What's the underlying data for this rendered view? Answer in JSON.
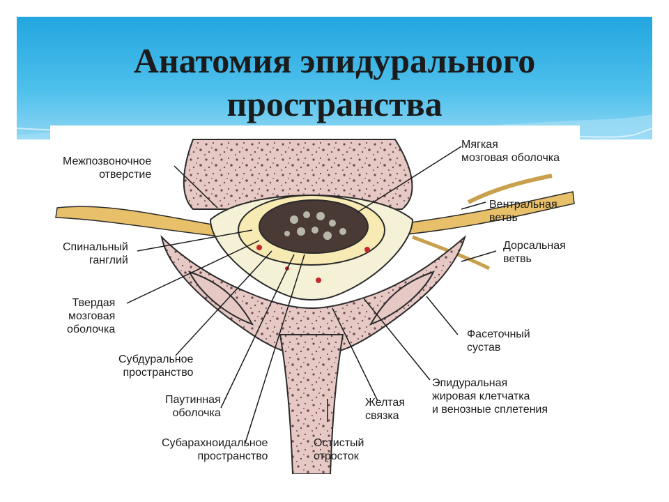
{
  "slide": {
    "title_line1": "Анатомия эпидурального",
    "title_line2": "пространства"
  },
  "labels": {
    "intervertebral_foramen": [
      "Межпозвоночное",
      "отверстие"
    ],
    "spinal_ganglion": [
      "Спинальный",
      "ганглий"
    ],
    "dura_mater": [
      "Твердая",
      "мозговая",
      "оболочка"
    ],
    "subdural_space": [
      "Субдуральное",
      "пространство"
    ],
    "arachnoid": [
      "Паутинная",
      "оболочка"
    ],
    "subarachnoid_space": [
      "Субарахноидальное",
      "пространство"
    ],
    "spinous_process": [
      "Остистый",
      "отросток"
    ],
    "ligamentum_flavum": [
      "Желтая",
      "связка"
    ],
    "epidural_fat": [
      "Эпидуральная",
      "жировая клетчатка",
      "и венозные сплетения"
    ],
    "facet_joint": [
      "Фасеточный",
      "сустав"
    ],
    "dorsal_ramus": [
      "Дорсальная",
      "ветвь"
    ],
    "ventral_ramus": [
      "Вентральная",
      "ветвь"
    ],
    "pia_mater": [
      "Мягкая",
      "мозговая оболочка"
    ]
  },
  "colors": {
    "header_blue": "#22a6df",
    "bone_fill": "#e6c9c4",
    "bone_speckle": "#6e4a52",
    "bone_outline": "#2b2b2b",
    "nerve_fill": "#e8c06a",
    "cord_fill": "#4a3a36",
    "epidural_fill": "#f4f1d6",
    "vessel_red": "#c6262e"
  }
}
